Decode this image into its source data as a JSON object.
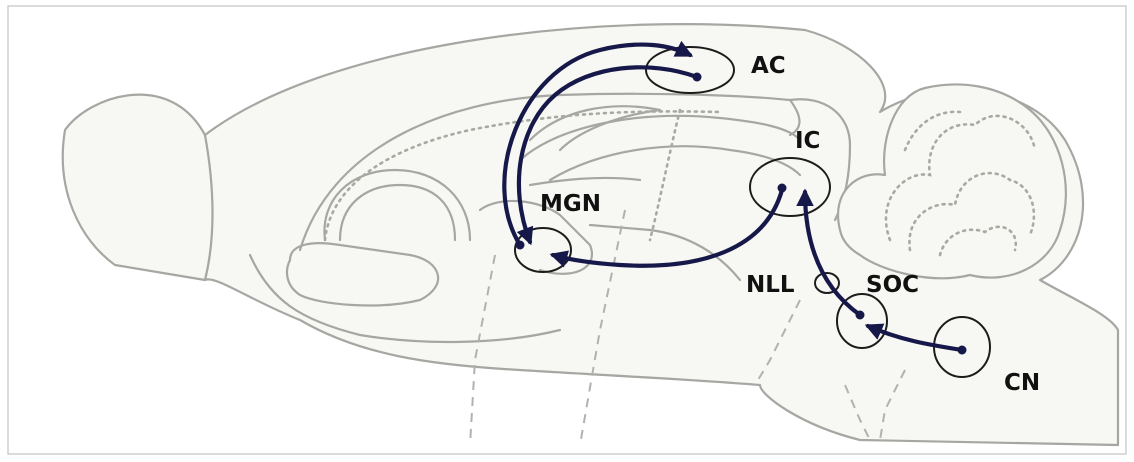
{
  "labels": {
    "ac": "AC",
    "ic": "IC",
    "mgn": "MGN",
    "nll": "NLL",
    "soc": "SOC",
    "cn": "CN"
  },
  "colors": {
    "pathway": "#17184a",
    "outline": "#a6a6a2",
    "nucleus": "#1c1c1c",
    "brain_fill": "#f7f7f3",
    "background": "#ffffff"
  }
}
